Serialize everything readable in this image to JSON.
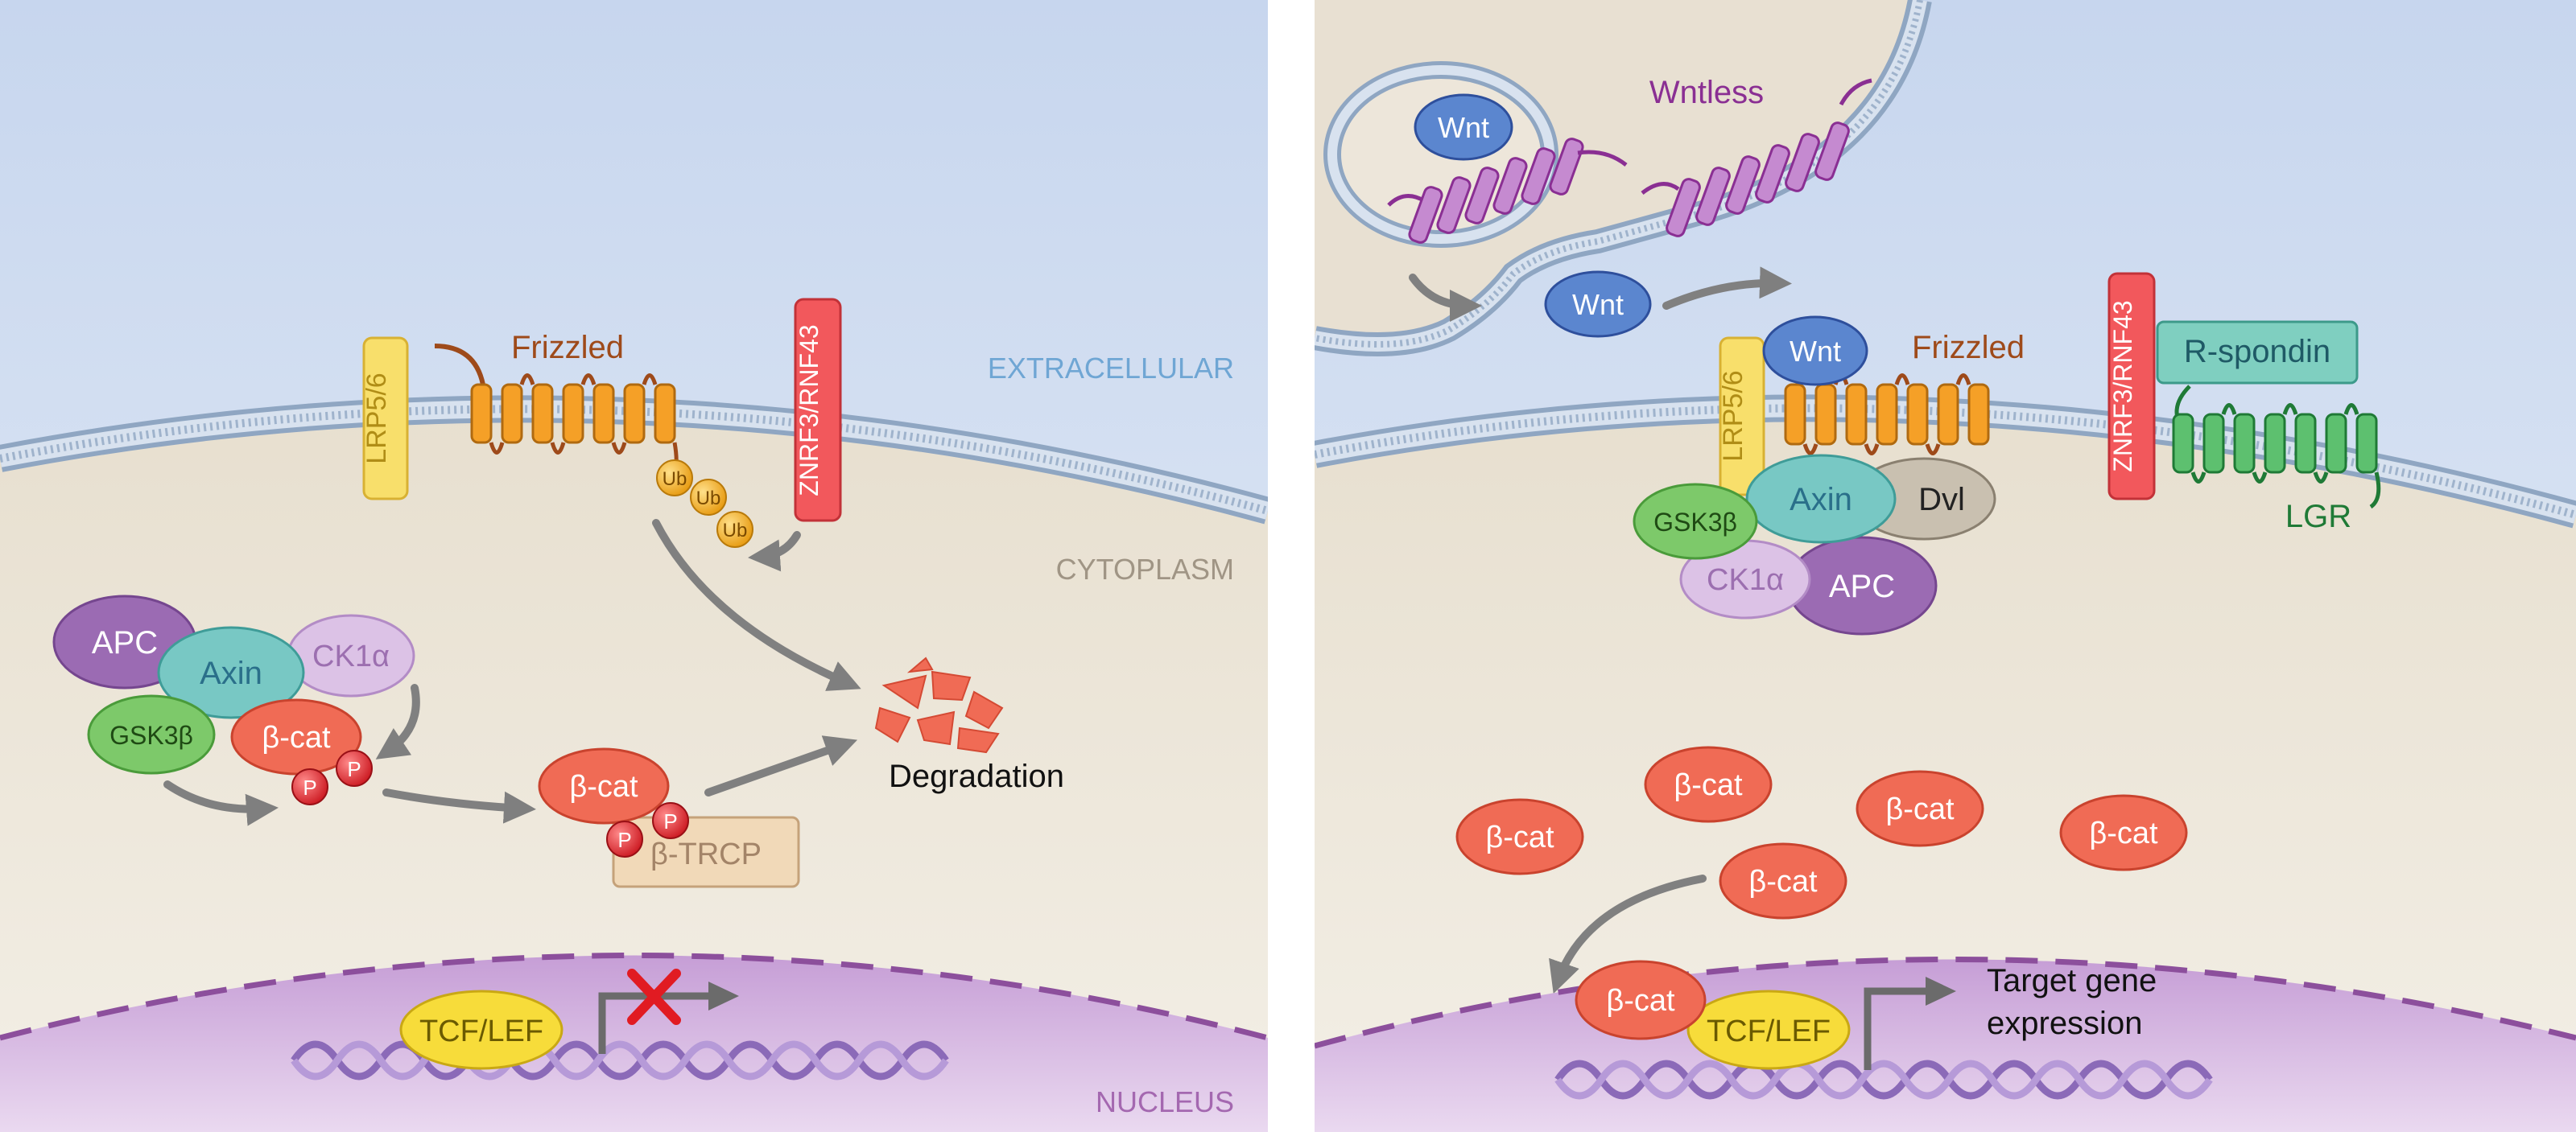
{
  "left_panel": {
    "region_labels": {
      "extracellular": "EXTRACELLULAR",
      "cytoplasm": "CYTOPLASM",
      "nucleus": "NUCLEUS"
    },
    "receptors": {
      "lrp": "LRP5/6",
      "frizzled": "Frizzled",
      "znrf3": "ZNRF3/RNF43"
    },
    "ubiquitin": [
      "Ub",
      "Ub",
      "Ub"
    ],
    "destruction_complex": {
      "apc": "APC",
      "axin": "Axin",
      "ck1": "CK1α",
      "gsk3": "GSK3β",
      "bcat": "β-cat"
    },
    "phospho": [
      "P",
      "P",
      "P",
      "P"
    ],
    "bcat_trcp": {
      "bcat": "β-cat",
      "trcp": "β-TRCP"
    },
    "degradation": "Degradation",
    "tcf_lef": "TCF/LEF"
  },
  "right_panel": {
    "wnt": [
      "Wnt",
      "Wnt",
      "Wnt"
    ],
    "wntless": "Wntless",
    "receptors": {
      "lrp": "LRP5/6",
      "frizzled": "Frizzled",
      "znrf3": "ZNRF3/RNF43",
      "rspondin": "R-spondin",
      "lgr": "LGR"
    },
    "signalosome": {
      "axin": "Axin",
      "dvl": "Dvl",
      "gsk3": "GSK3β",
      "ck1": "CK1α",
      "apc": "APC"
    },
    "bcat_free": [
      "β-cat",
      "β-cat",
      "β-cat",
      "β-cat",
      "β-cat"
    ],
    "nuclear": {
      "bcat": "β-cat",
      "tcf_lef": "TCF/LEF"
    },
    "target": [
      "Target gene",
      "expression"
    ]
  },
  "colors": {
    "extracellular": "#dce6f4",
    "cytoplasm": "#efe9dd",
    "nucleus": "#d9c3e3",
    "frizzled": "#f5a027",
    "bcat": "#f06b55",
    "apc": "#9b6bb3",
    "axin": "#78c8c4",
    "gsk3": "#7dc96a",
    "ck1": "#dcc2e6",
    "lrp": "#f8df6b",
    "znrf3": "#f2585c",
    "wnt": "#5b86cf",
    "lgr": "#3cab54",
    "wntless": "#b04fb0",
    "arrow": "#808080"
  }
}
